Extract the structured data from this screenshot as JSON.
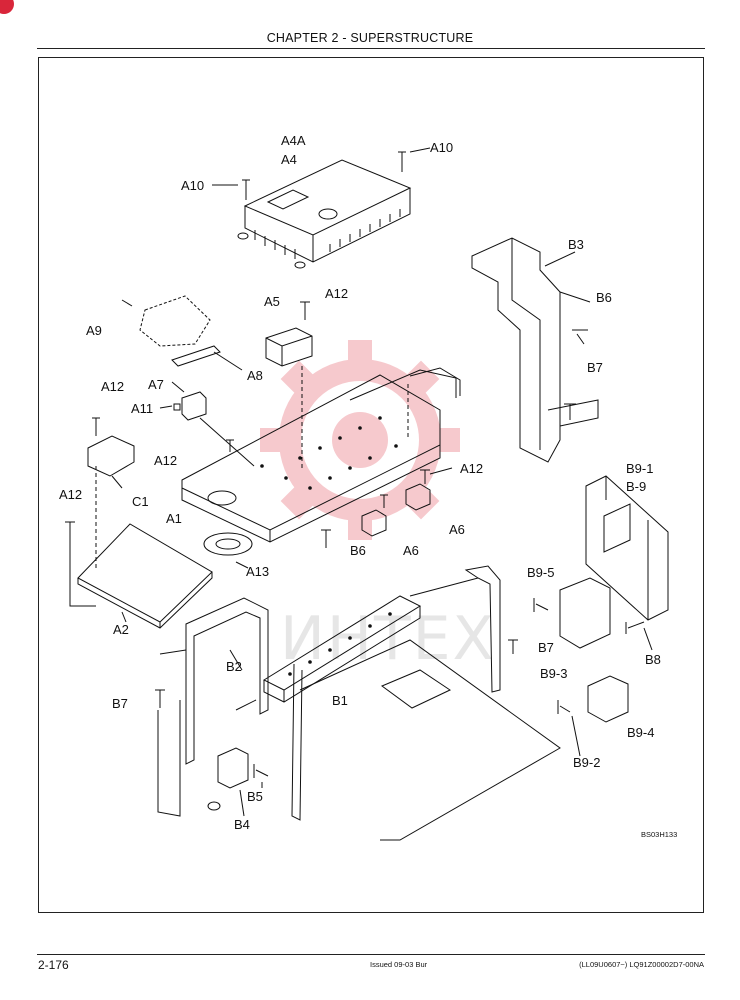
{
  "header": {
    "title": "CHAPTER 2 - SUPERSTRUCTURE"
  },
  "watermark": {
    "text": "ИНТЕХ"
  },
  "figure": {
    "code": "BS03H133",
    "callouts": {
      "a4a": "A4A",
      "a4": "A4",
      "a10_left": "A10",
      "a10_right": "A10",
      "b3": "B3",
      "b6_top": "B6",
      "b7_top": "B7",
      "a9": "A9",
      "a5": "A5",
      "a12_a5": "A12",
      "a8": "A8",
      "a12_c1": "A12",
      "a7": "A7",
      "a11": "A11",
      "a12_mid": "A12",
      "a12_right": "A12",
      "c1": "C1",
      "b9_1": "B9-1",
      "b9": "B-9",
      "a12_a2": "A12",
      "a1": "A1",
      "a6_right": "A6",
      "b6_mid": "B6",
      "a6_mid": "A6",
      "a13": "A13",
      "b9_5": "B9-5",
      "b7_mid": "B7",
      "a2": "A2",
      "b8": "B8",
      "b2": "B2",
      "b9_3": "B9-3",
      "b7_left": "B7",
      "b1": "B1",
      "b9_4": "B9-4",
      "b9_2": "B9-2",
      "b5": "B5",
      "b4": "B4"
    }
  },
  "footer": {
    "page_number": "2-176",
    "issued": "Issued 09-03   Bur",
    "document_code": "(LL09U0607~)   LQ91Z00002D7-00NA"
  }
}
